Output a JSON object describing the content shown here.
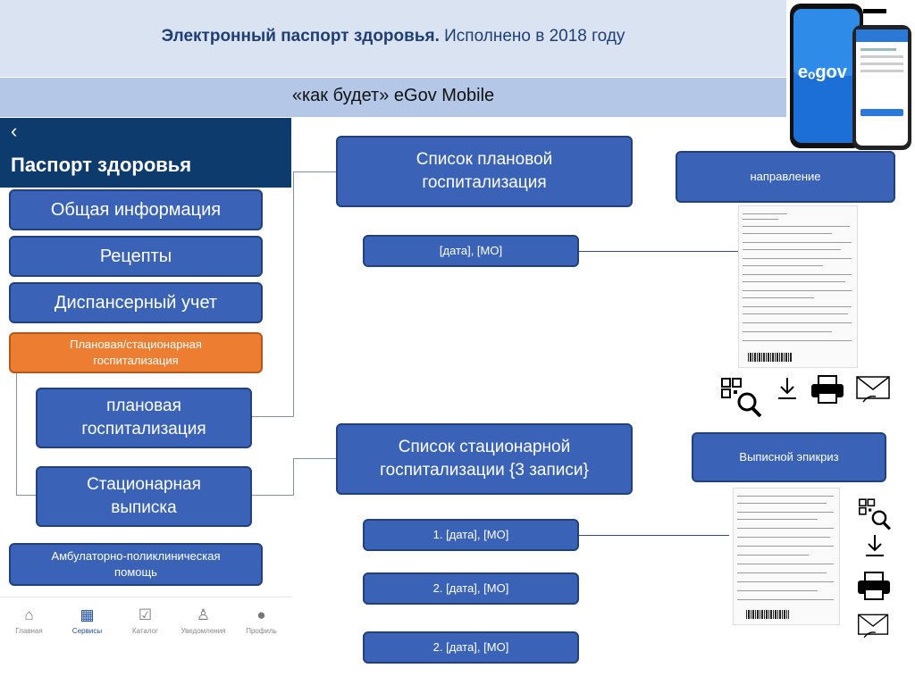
{
  "header": {
    "title_bold": "Электронный паспорт здоровья.",
    "title_rest": " Исполнено в 2018 году",
    "subtitle": "«как будет»   eGov Mobile"
  },
  "logo": {
    "brand": "eₒgov"
  },
  "app": {
    "back_icon": "chevron-left-icon",
    "title": "Паспорт здоровья",
    "menu": [
      "Общая информация",
      "Рецепты",
      "Диспансерный учет",
      "Плановая/стационарная госпитализация"
    ],
    "submenu": [
      "плановая госпитализация",
      "Стационарная выписка"
    ],
    "ambulatory": "Амбулаторно-поликлиническая помощь",
    "tabs": [
      {
        "label": "Главная",
        "icon": "home-icon"
      },
      {
        "label": "Сервисы",
        "icon": "grid-icon"
      },
      {
        "label": "Каталог",
        "icon": "catalog-icon"
      },
      {
        "label": "Уведомления",
        "icon": "bell-icon"
      },
      {
        "label": "Профиль",
        "icon": "profile-icon"
      }
    ]
  },
  "planned": {
    "title": "Список плановой госпитализация",
    "item": "[дата], [МО]",
    "doc_label": "направление"
  },
  "stationary": {
    "title": "Список стационарной госпитализации  {3 записи}",
    "items": [
      "1. [дата], [МО]",
      "2. [дата], [МО]",
      "2. [дата], [МО]"
    ],
    "doc_label": "Выписной эпикриз"
  },
  "actions": [
    "qr-search-icon",
    "download-icon",
    "printer-icon",
    "email-icon"
  ],
  "colors": {
    "blue_pill": "#3a63b8",
    "orange_pill": "#ed7d31",
    "app_header": "#0d3b6e",
    "band_light": "#dae3f1",
    "band_mid": "#b4c7e7"
  }
}
